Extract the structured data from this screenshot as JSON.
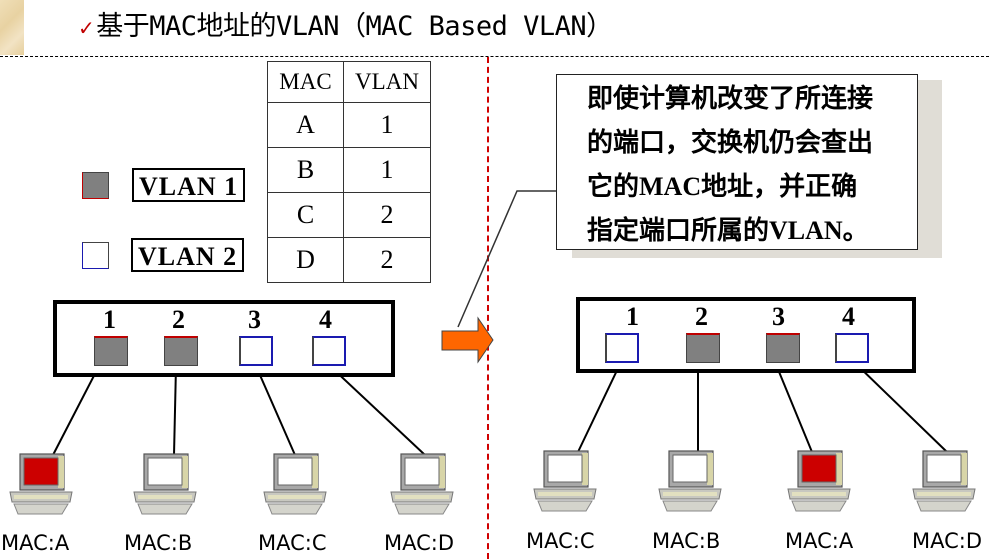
{
  "title": {
    "check": "✓",
    "text": "基于MAC地址的VLAN（MAC Based VLAN）"
  },
  "mac_table": {
    "headers": [
      "MAC",
      "VLAN"
    ],
    "rows": [
      {
        "mac": "A",
        "vlan": "1"
      },
      {
        "mac": "B",
        "vlan": "1"
      },
      {
        "mac": "C",
        "vlan": "2"
      },
      {
        "mac": "D",
        "vlan": "2"
      }
    ]
  },
  "legend": [
    {
      "label": "VLAN 1",
      "color": "#808080",
      "edge": "#c00000"
    },
    {
      "label": "VLAN 2",
      "color": "#ffffff",
      "edge": "#1a1ab0"
    }
  ],
  "callout": {
    "lines": [
      "即使计算机改变了所连接",
      "的端口，交换机仍会查出",
      "它的MAC地址，并正确",
      "指定端口所属的VLAN。"
    ]
  },
  "colors": {
    "vlan1": "#808080",
    "vlan1_edge": "#c00000",
    "vlan2": "#ffffff",
    "vlan2_edge": "#1a1ab0",
    "arrow": "#ff6600",
    "divider": "#d00000",
    "pc_highlight": "#cc0000"
  },
  "before": {
    "ports": [
      {
        "number": "1",
        "vlan": 1
      },
      {
        "number": "2",
        "vlan": 1
      },
      {
        "number": "3",
        "vlan": 2
      },
      {
        "number": "4",
        "vlan": 2
      }
    ],
    "computers": [
      {
        "label": "MAC:A",
        "highlighted": true
      },
      {
        "label": "MAC:B",
        "highlighted": false
      },
      {
        "label": "MAC:C",
        "highlighted": false
      },
      {
        "label": "MAC:D",
        "highlighted": false
      }
    ]
  },
  "after": {
    "ports": [
      {
        "number": "1",
        "vlan": 2
      },
      {
        "number": "2",
        "vlan": 1
      },
      {
        "number": "3",
        "vlan": 1
      },
      {
        "number": "4",
        "vlan": 2
      }
    ],
    "computers": [
      {
        "label": "MAC:C",
        "highlighted": false
      },
      {
        "label": "MAC:B",
        "highlighted": false
      },
      {
        "label": "MAC:A",
        "highlighted": true
      },
      {
        "label": "MAC:D",
        "highlighted": false
      }
    ]
  }
}
